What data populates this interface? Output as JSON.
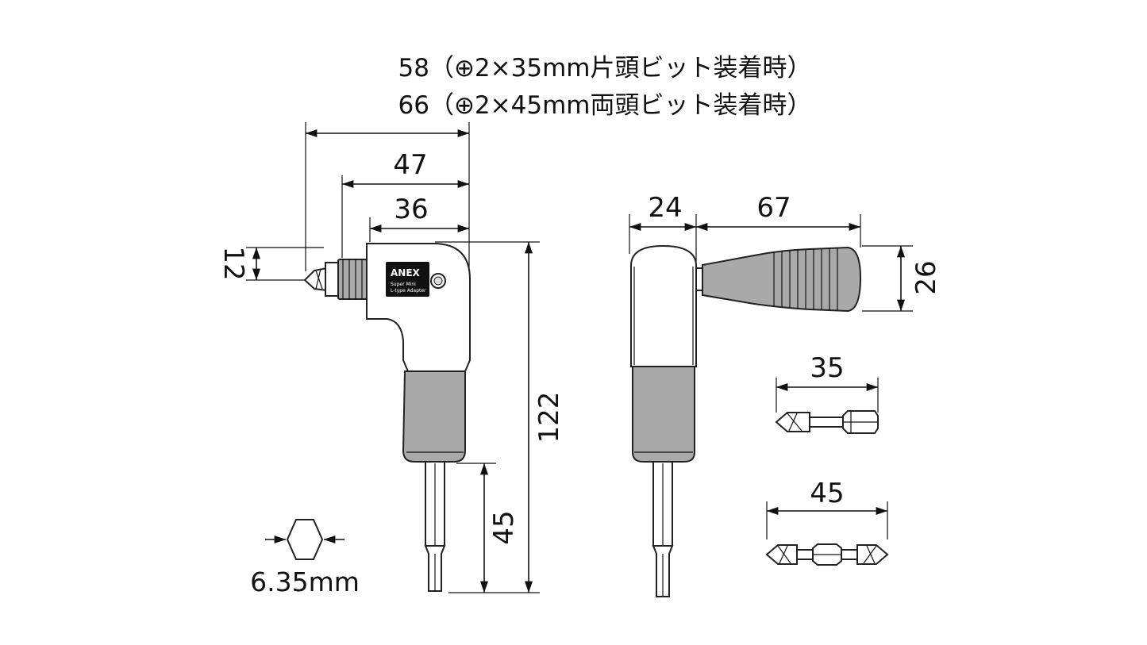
{
  "header": {
    "line1": "58（⊕2×35mm片頭ビット装着時）",
    "line2": "66（⊕2×45mm両頭ビット装着時）"
  },
  "front_view": {
    "dim_overall": "58",
    "dim_47": "47",
    "dim_36": "36",
    "dim_12": "12",
    "dim_122": "122",
    "dim_45": "45"
  },
  "label_plate": {
    "brand": "ANEX",
    "line1": "Super Mini",
    "line2": "L-type Adapter"
  },
  "side_view": {
    "dim_24": "24",
    "dim_67": "67",
    "dim_26": "26"
  },
  "hex": {
    "label": "6.35mm"
  },
  "bits": {
    "single_length": "35",
    "double_length": "45"
  }
}
